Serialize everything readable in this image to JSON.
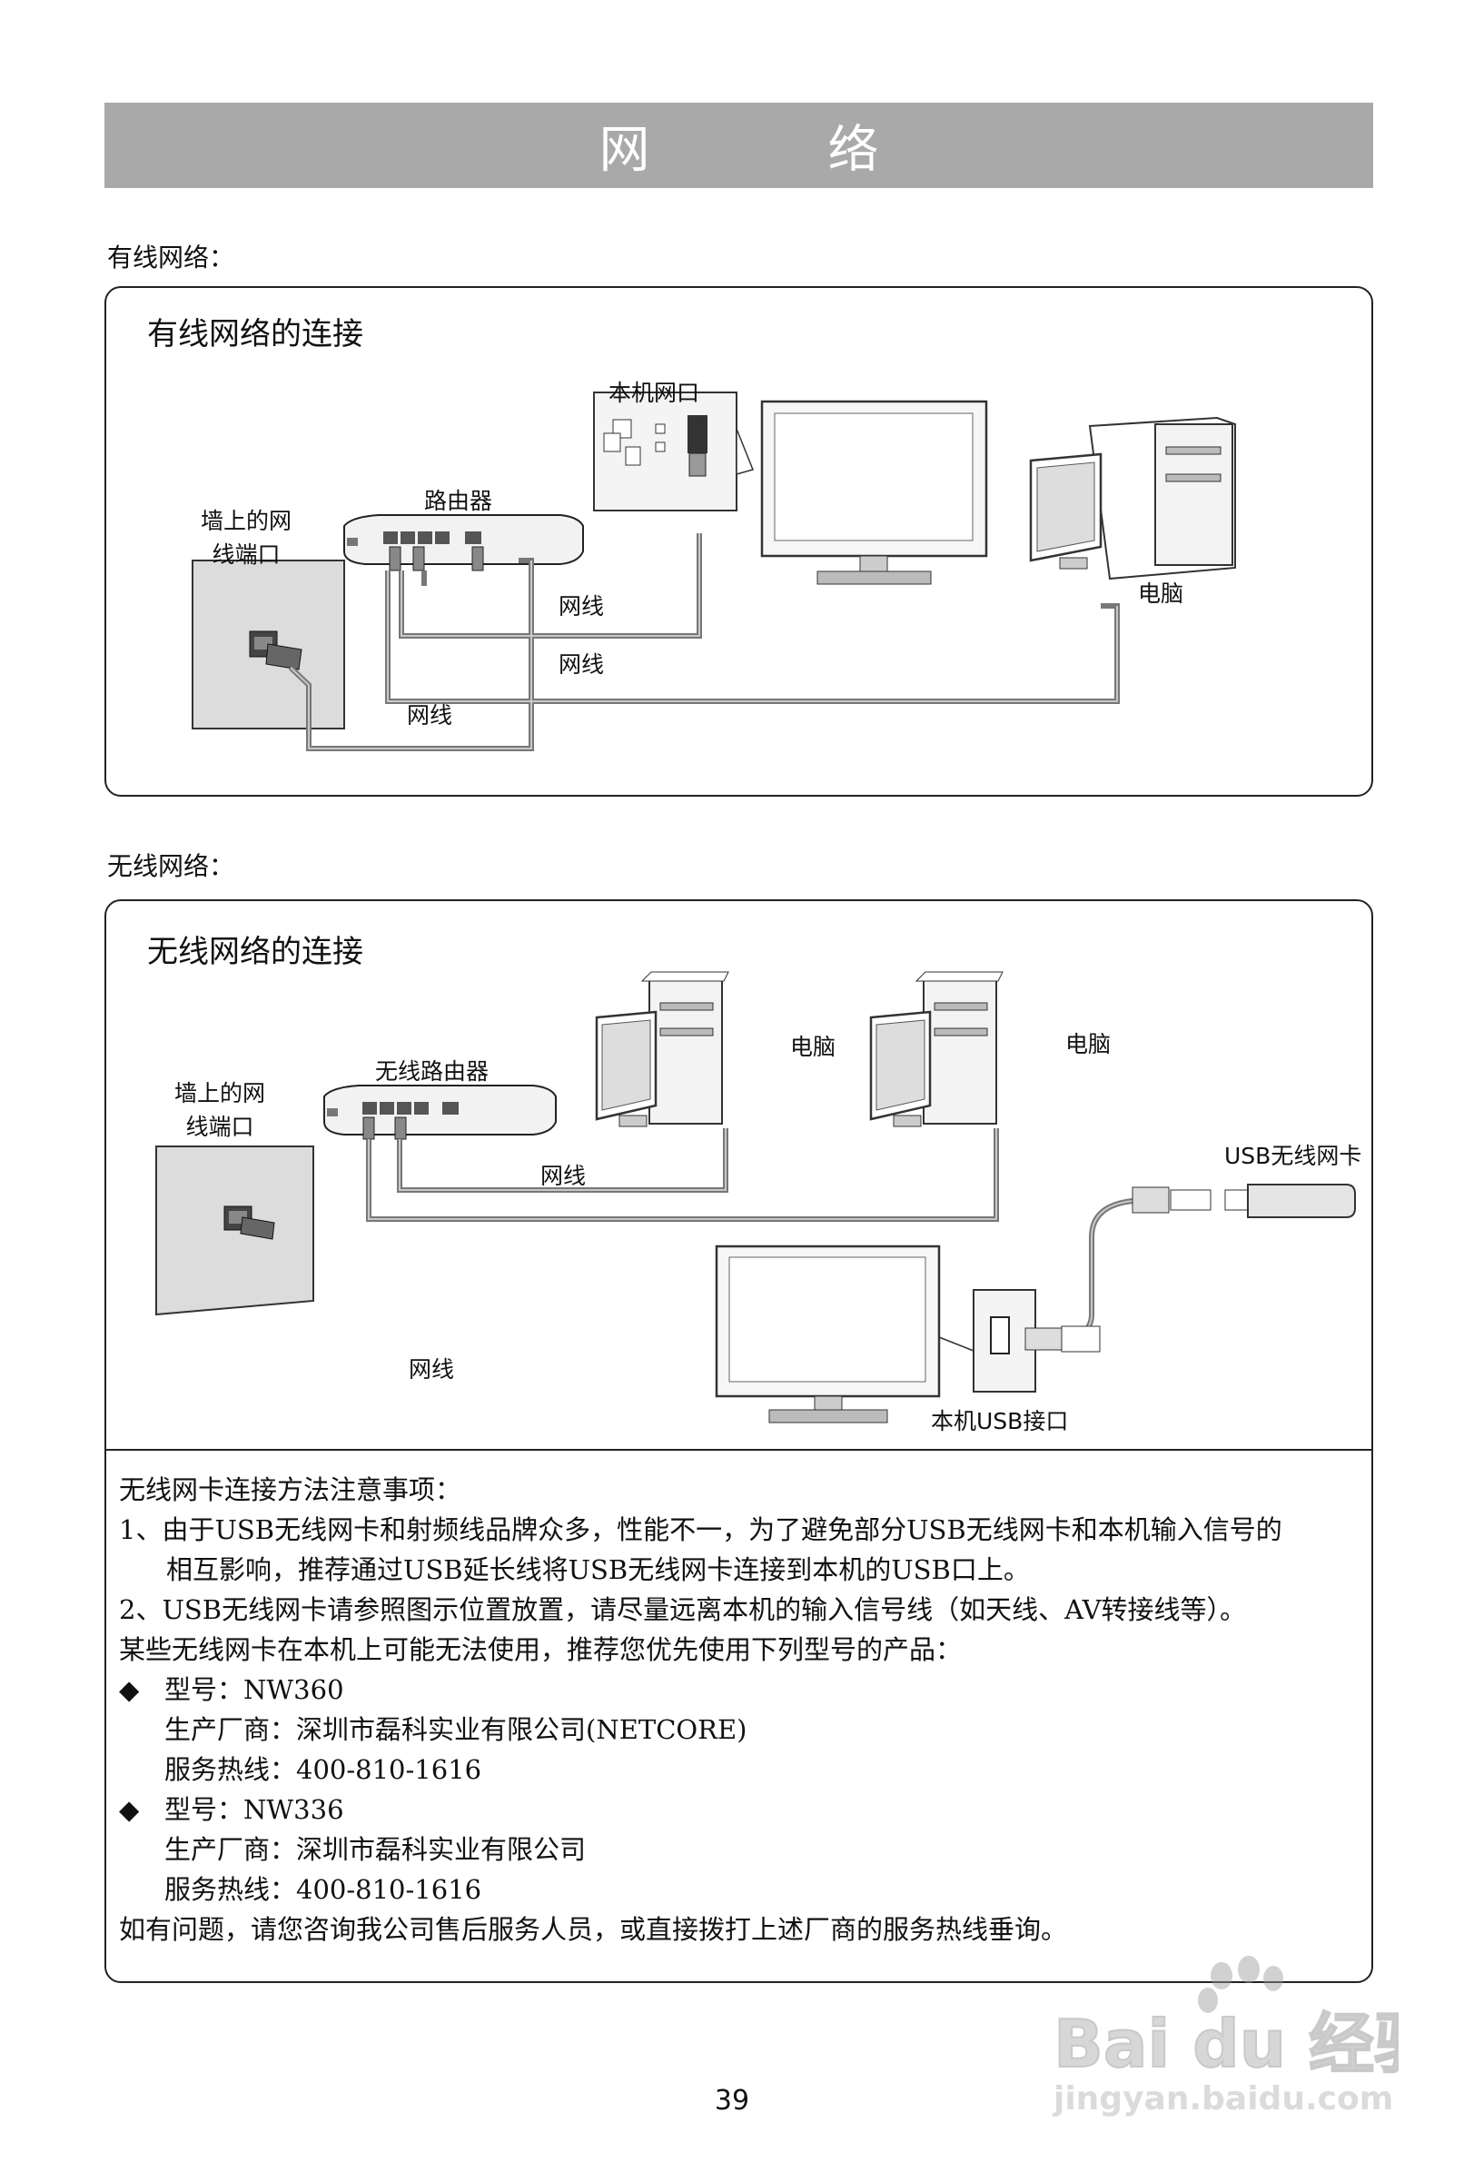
{
  "header": {
    "title": "网　络"
  },
  "wired": {
    "section_label": "有线网络：",
    "box_title": "有线网络的连接",
    "labels": {
      "port": "本机网口",
      "router": "路由器",
      "wall_line1": "墙上的网",
      "wall_line2": "线端口",
      "cable1": "网线",
      "cable2": "网线",
      "cable3": "网线",
      "computer": "电脑"
    }
  },
  "wireless": {
    "section_label": "无线网络：",
    "box_title": "无线网络的连接",
    "labels": {
      "router": "无线路由器",
      "wall_line1": "墙上的网",
      "wall_line2": "线端口",
      "computer1": "电脑",
      "computer2": "电脑",
      "cable1": "网线",
      "cable2": "网线",
      "usb_card": "USB无线网卡",
      "usb_port": "本机USB接口"
    }
  },
  "notes": {
    "heading": "无线网卡连接方法注意事项：",
    "item1_line1": "1、由于USB无线网卡和射频线品牌众多，性能不一，为了避免部分USB无线网卡和本机输入信号的",
    "item1_line2": "相互影响，推荐通过USB延长线将USB无线网卡连接到本机的USB口上。",
    "item2": "2、USB无线网卡请参照图示位置放置，请尽量远离本机的输入信号线（如天线、AV转接线等）。",
    "recommend": "某些无线网卡在本机上可能无法使用，推荐您优先使用下列型号的产品：",
    "bullet": "◆",
    "products": [
      {
        "model": "型号：NW360",
        "maker": "生产厂商：深圳市磊科实业有限公司(NETCORE)",
        "hotline": "服务热线：400-810-1616"
      },
      {
        "model": "型号：NW336",
        "maker": "生产厂商：深圳市磊科实业有限公司",
        "hotline": "服务热线：400-810-1616"
      }
    ],
    "footer": "如有问题，请您咨询我公司售后服务人员，或直接拨打上述厂商的服务热线垂询。"
  },
  "page_number": "39",
  "watermark": {
    "brand": "Bai du 经验",
    "url": "jingyan.baidu.com"
  }
}
